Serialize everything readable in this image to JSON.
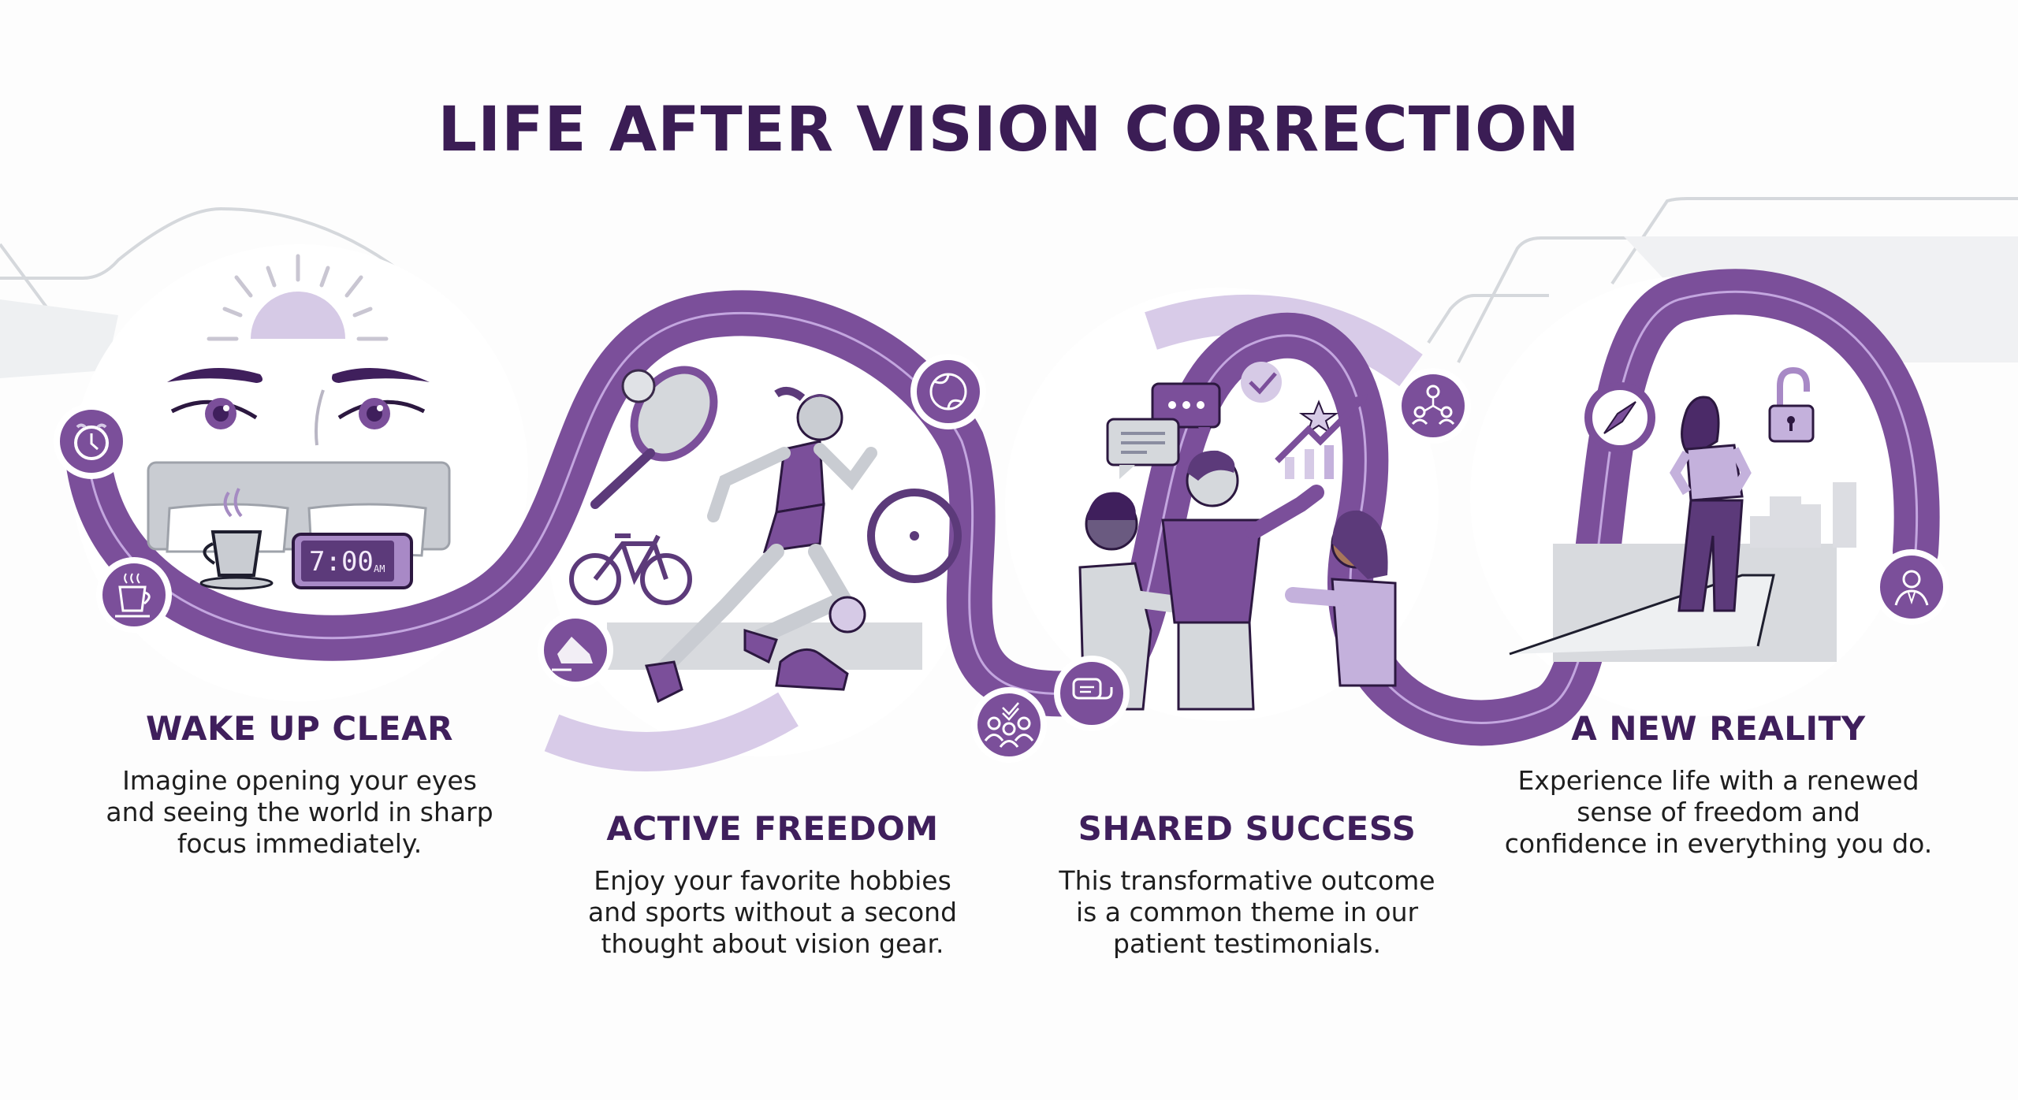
{
  "title": "LIFE AFTER VISION CORRECTION",
  "colors": {
    "title": "#3b1d55",
    "ribbon": "#7b4f9a",
    "ribbon_light": "#c9b6de",
    "lilac": "#d6cae6",
    "gray": "#c9ccd2",
    "text": "#1e1e1e"
  },
  "steps": [
    {
      "title": "WAKE UP CLEAR",
      "body_lines": [
        "Imagine opening your eyes",
        "and seeing the world in sharp",
        "focus immediately."
      ],
      "scene": "sunrise-eyes-bedroom",
      "badges": [
        "alarm-clock",
        "coffee-cup"
      ],
      "clock_time": "7:00",
      "clock_ampm": "AM"
    },
    {
      "title": "ACTIVE FREEDOM",
      "body_lines": [
        "Enjoy your favorite hobbies",
        "and sports without a second",
        "thought about vision gear."
      ],
      "scene": "runner-sports",
      "badges": [
        "tennis-ball",
        "running-shoe"
      ]
    },
    {
      "title": "SHARED SUCCESS",
      "body_lines": [
        "This transformative outcome",
        "is a common theme in our",
        "patient testimonials."
      ],
      "scene": "people-conversation",
      "badges": [
        "team-check",
        "chat-bubbles",
        "network-people"
      ]
    },
    {
      "title": "A NEW REALITY",
      "body_lines": [
        "Experience life with a renewed",
        "sense of freedom and",
        "confidence in everything you do."
      ],
      "scene": "woman-cliff-city",
      "badges": [
        "professional-person"
      ]
    }
  ]
}
